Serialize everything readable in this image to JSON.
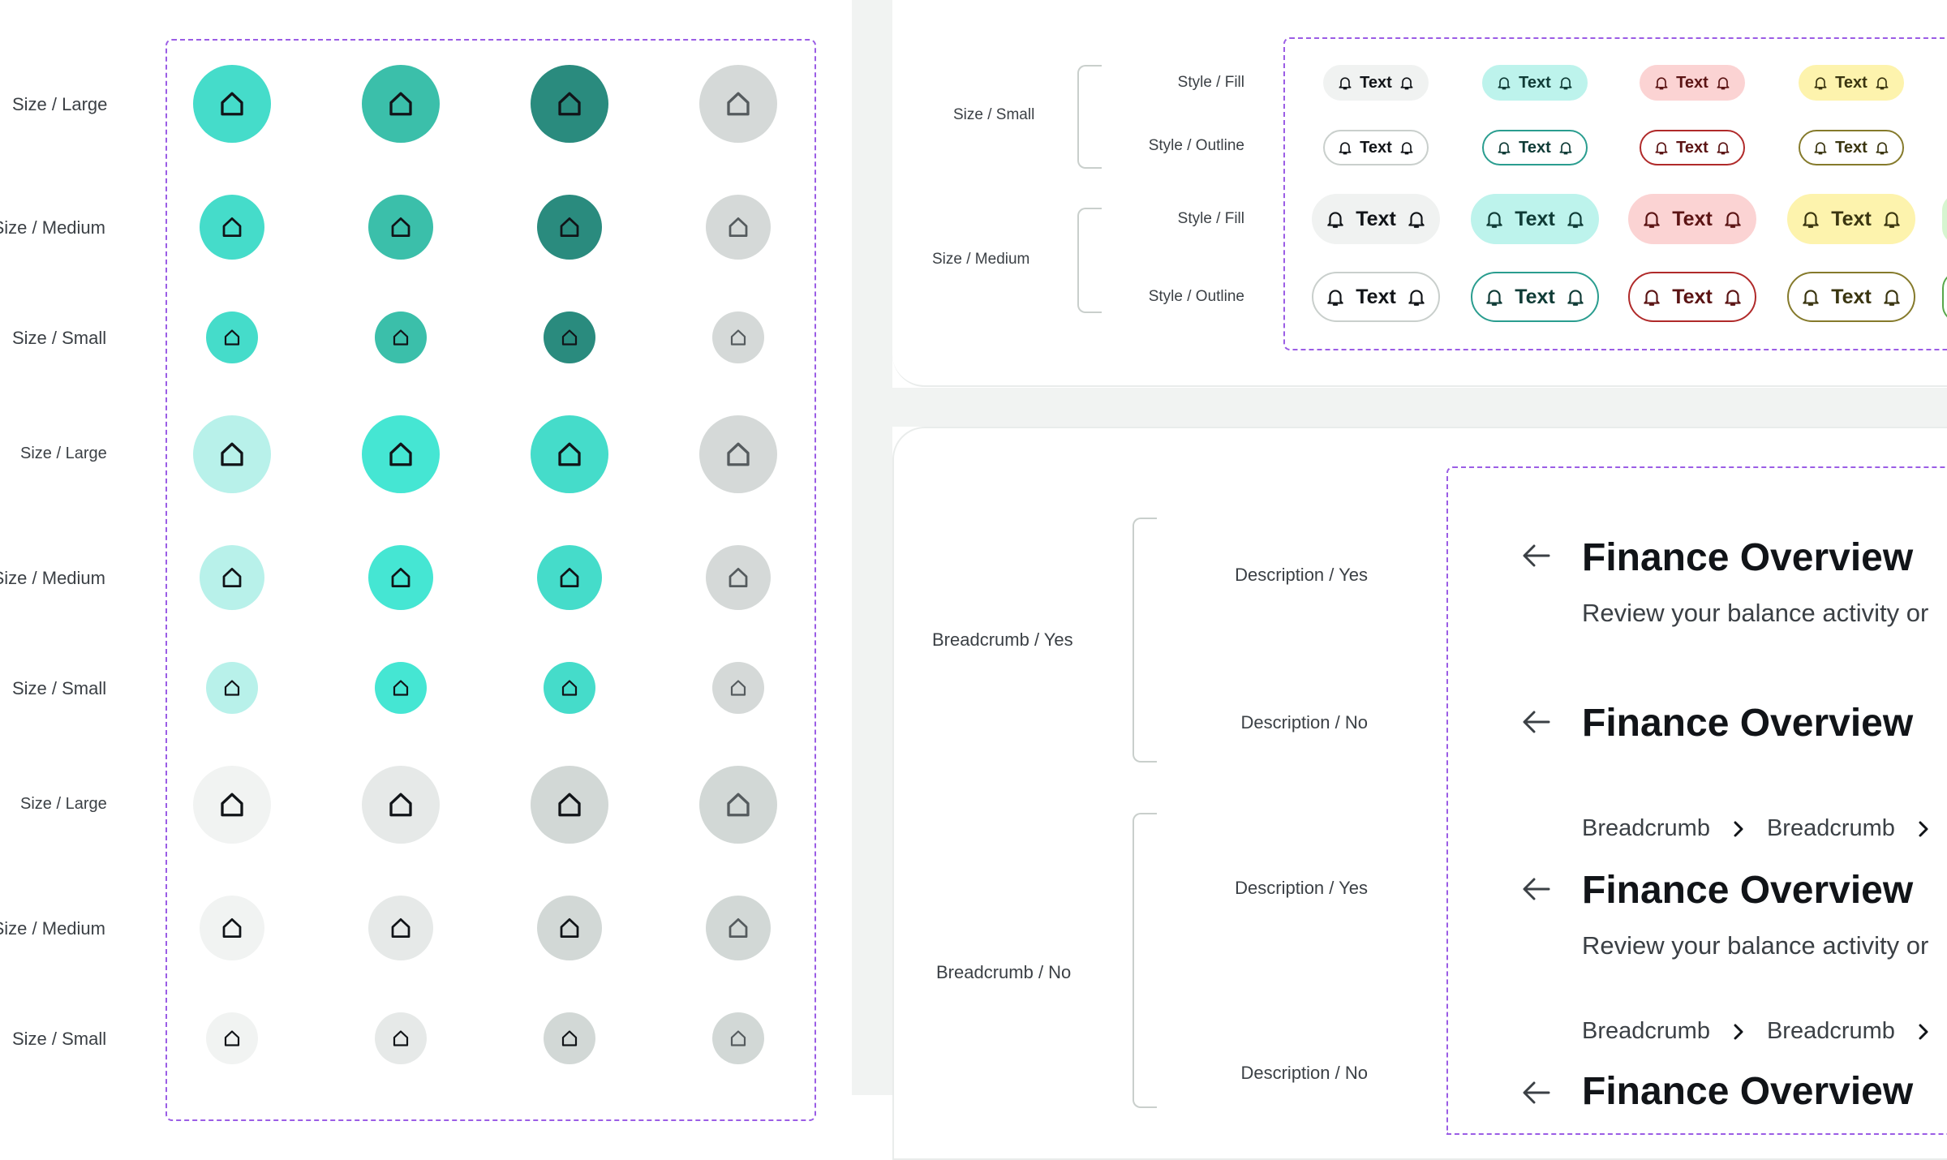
{
  "icon_button_panel": {
    "row_labels": [
      "Size / Large",
      "Size / Medium",
      "Size / Small",
      "Size / Large",
      "Size / Medium",
      "Size / Small",
      "Size / Large",
      "Size / Medium",
      "Size / Small"
    ],
    "icon": "home-icon",
    "palettes": [
      [
        "#45dcca",
        "#3bbfaa",
        "#2a8b7e",
        "#d5d9d8"
      ],
      [
        "#b8f1ea",
        "#45e6d3",
        "#45dcca",
        "#d5d9d8"
      ],
      [
        "#f1f3f2",
        "#e6e9e8",
        "#d2d8d6",
        "#d2d8d6"
      ]
    ],
    "icon_colors": [
      [
        "#111418",
        "#111418",
        "#111418",
        "#555b5e"
      ],
      [
        "#111418",
        "#111418",
        "#111418",
        "#555b5e"
      ],
      [
        "#111418",
        "#111418",
        "#111418",
        "#555b5e"
      ]
    ]
  },
  "chip_panel": {
    "group_labels": [
      "Size / Small",
      "Size / Medium"
    ],
    "style_labels": [
      "Style / Fill",
      "Style / Outline",
      "Style / Fill",
      "Style / Outline"
    ],
    "chip_text": "Text",
    "chip_icon": "bell-icon",
    "fill_colors": [
      "#f0f2f1",
      "#bdf3ec",
      "#fbd3d3",
      "#fdf3ad"
    ],
    "outline_colors": [
      "#c9cfcc",
      "#2a9d8f",
      "#b02a2a",
      "#857a2b"
    ],
    "text_colors": [
      "#111418",
      "#0f3b36",
      "#5b1414",
      "#3a3510"
    ]
  },
  "header_panel": {
    "breadcrumb_labels": [
      "Breadcrumb / Yes",
      "Breadcrumb / No"
    ],
    "description_labels": [
      "Description / Yes",
      "Description / No",
      "Description / Yes",
      "Description / No"
    ],
    "title": "Finance Overview",
    "description": "Review your balance activity or",
    "breadcrumb_item": "Breadcrumb",
    "back_icon": "arrow-left-icon",
    "chevron_icon": "chevron-right-icon"
  }
}
